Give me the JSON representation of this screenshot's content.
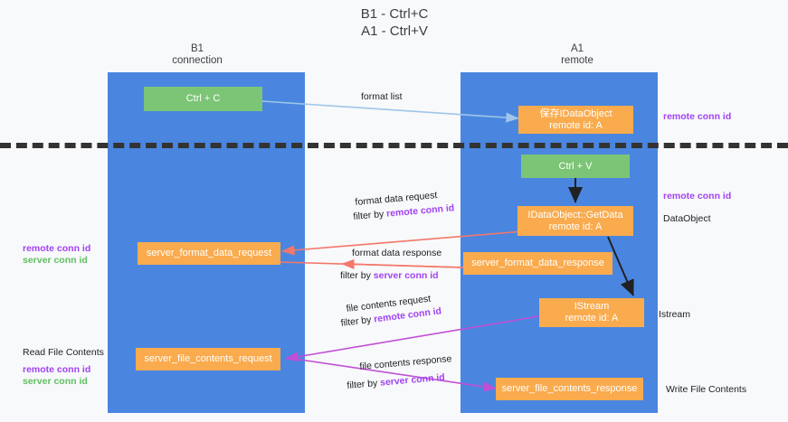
{
  "title": {
    "line1": "B1 - Ctrl+C",
    "line2": "A1 - Ctrl+V"
  },
  "columns": [
    {
      "name": "B1",
      "sub": "connection"
    },
    {
      "name": "A1",
      "sub": "remote"
    }
  ],
  "nodes": {
    "ctrl_c": "Ctrl + C",
    "save_idataobject_line1": "保存IDataObject",
    "save_idataobject_line2": "remote id: A",
    "ctrl_v": "Ctrl + V",
    "getdata_line1": "IDataObject::GetData",
    "getdata_line2": "remote id: A",
    "server_format_data_request": "server_format_data_request",
    "server_format_data_response": "server_format_data_response",
    "istream_line1": "IStream",
    "istream_line2": "remote id: A",
    "server_file_contents_request": "server_file_contents_request",
    "server_file_contents_response": "server_file_contents_response"
  },
  "edge_labels": {
    "format_list": "format list",
    "format_data_request": "format data request",
    "format_data_request_filter_prefix": "filter by ",
    "format_data_request_filter_key": "remote conn id",
    "format_data_response": "format data response",
    "format_data_response_filter_prefix": "filter by ",
    "format_data_response_filter_key": "server conn id",
    "file_contents_request": "file contents request",
    "file_contents_request_filter_prefix": "filter by ",
    "file_contents_request_filter_key": "remote conn id",
    "file_contents_response": "file contents response",
    "file_contents_response_filter_prefix": "filter by ",
    "file_contents_response_filter_key": "server conn id"
  },
  "annotations": {
    "right_top_remote_conn_id": "remote conn id",
    "right_mid_remote_conn_id": "remote conn id",
    "right_dataobject": "DataObject",
    "right_istream": "Istream",
    "right_write_file_contents": "Write File Contents",
    "left_remote_conn_id_1": "remote conn id",
    "left_server_conn_id_1": "server conn id",
    "left_read_file_contents": "Read File Contents",
    "left_remote_conn_id_2": "remote conn id",
    "left_server_conn_id_2": "server conn id"
  },
  "colors": {
    "band_blue": "#4a86df",
    "node_green": "#7cc576",
    "node_orange": "#f9ab4e",
    "arrow_lightblue": "#9fc6ea",
    "arrow_red": "#f4776a",
    "arrow_magenta": "#c14fd6",
    "arrow_black": "#202124",
    "text_purple": "#a142f4",
    "text_green": "#5fbf60",
    "page_bg": "#f8f9fa"
  }
}
